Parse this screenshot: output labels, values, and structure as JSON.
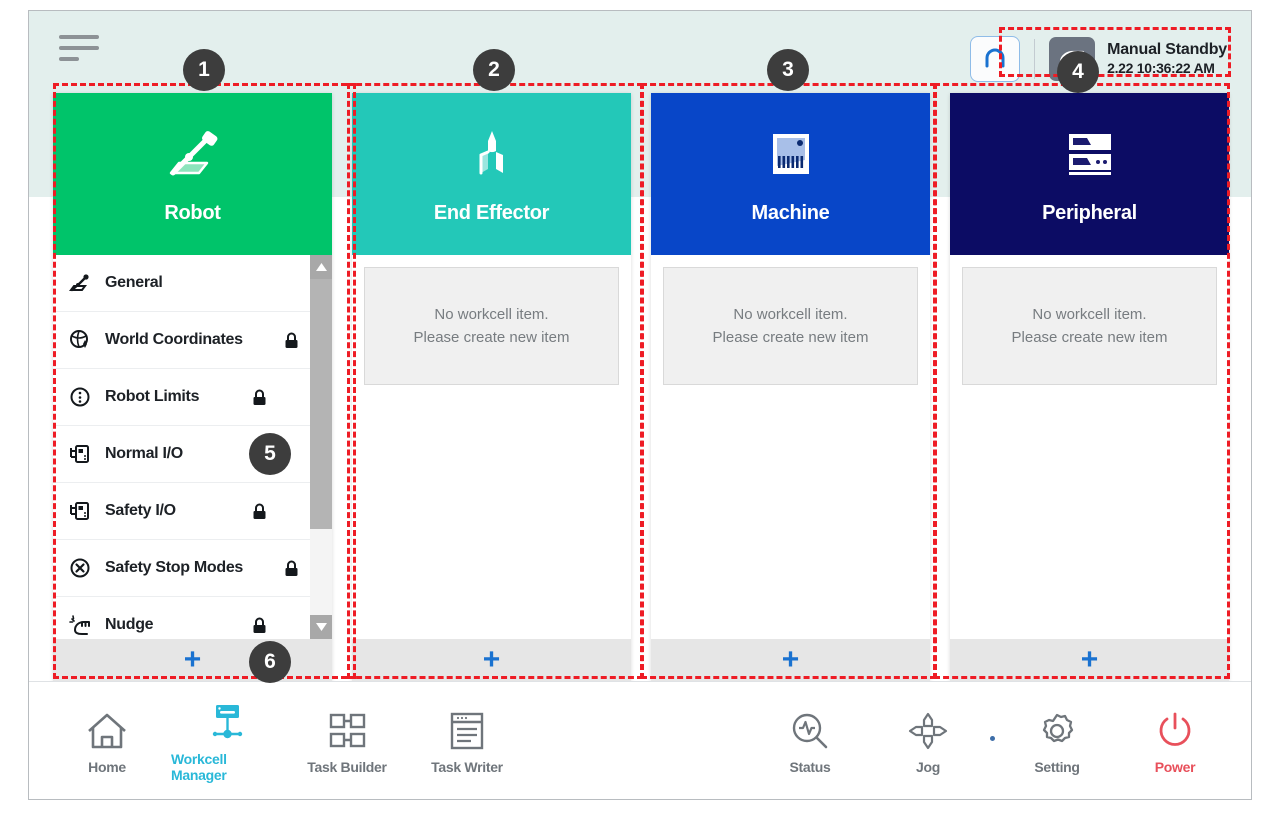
{
  "app": {
    "title": "Workcell Manager",
    "menu_icon": "hamburger-icon"
  },
  "topbar": {
    "reset_icon": "reset-robot-icon",
    "mode_icon": "manual-hand-icon",
    "status_title": "Manual Standby",
    "status_time": "2.22 10:36:22 AM"
  },
  "columns": [
    {
      "key": "robot",
      "title": "Robot",
      "icon": "robot-arm-icon",
      "color": "#00C46A",
      "add_label": "+",
      "items": [
        {
          "label": "General",
          "icon": "robot-arm-icon",
          "locked": false
        },
        {
          "label": "World Coordinates",
          "icon": "world-coordinates-icon",
          "locked": true
        },
        {
          "label": "Robot Limits",
          "icon": "robot-limits-icon",
          "locked": true
        },
        {
          "label": "Normal I/O",
          "icon": "io-icon",
          "locked": false
        },
        {
          "label": "Safety I/O",
          "icon": "io-icon",
          "locked": true
        },
        {
          "label": "Safety Stop Modes",
          "icon": "safety-stop-icon",
          "locked": true
        },
        {
          "label": "Nudge",
          "icon": "nudge-hand-icon",
          "locked": true
        }
      ]
    },
    {
      "key": "end-effector",
      "title": "End Effector",
      "icon": "gripper-icon",
      "color": "#23C8B8",
      "add_label": "+",
      "empty_line1": "No workcell item.",
      "empty_line2": "Please create new item"
    },
    {
      "key": "machine",
      "title": "Machine",
      "icon": "machine-icon",
      "color": "#0846C8",
      "add_label": "+",
      "empty_line1": "No workcell item.",
      "empty_line2": "Please create new item"
    },
    {
      "key": "peripheral",
      "title": "Peripheral",
      "icon": "peripheral-icon",
      "color": "#0C0C64",
      "add_label": "+",
      "empty_line1": "No workcell item.",
      "empty_line2": "Please create new item"
    }
  ],
  "bottom_nav": {
    "left": [
      {
        "label": "Home",
        "icon": "home-icon",
        "active": false
      },
      {
        "label": "Workcell Manager",
        "icon": "workcell-manager-icon",
        "active": true
      },
      {
        "label": "Task Builder",
        "icon": "task-builder-icon",
        "active": false
      },
      {
        "label": "Task Writer",
        "icon": "task-writer-icon",
        "active": false
      }
    ],
    "right": [
      {
        "label": "Status",
        "icon": "status-icon",
        "active": false
      },
      {
        "label": "Jog",
        "icon": "jog-icon",
        "active": false
      },
      {
        "label": "Setting",
        "icon": "gear-icon",
        "active": false
      },
      {
        "label": "Power",
        "icon": "power-icon",
        "active": false
      }
    ]
  },
  "annotations": {
    "badges": [
      {
        "n": "1"
      },
      {
        "n": "2"
      },
      {
        "n": "3"
      },
      {
        "n": "4"
      },
      {
        "n": "5"
      },
      {
        "n": "6"
      }
    ]
  }
}
